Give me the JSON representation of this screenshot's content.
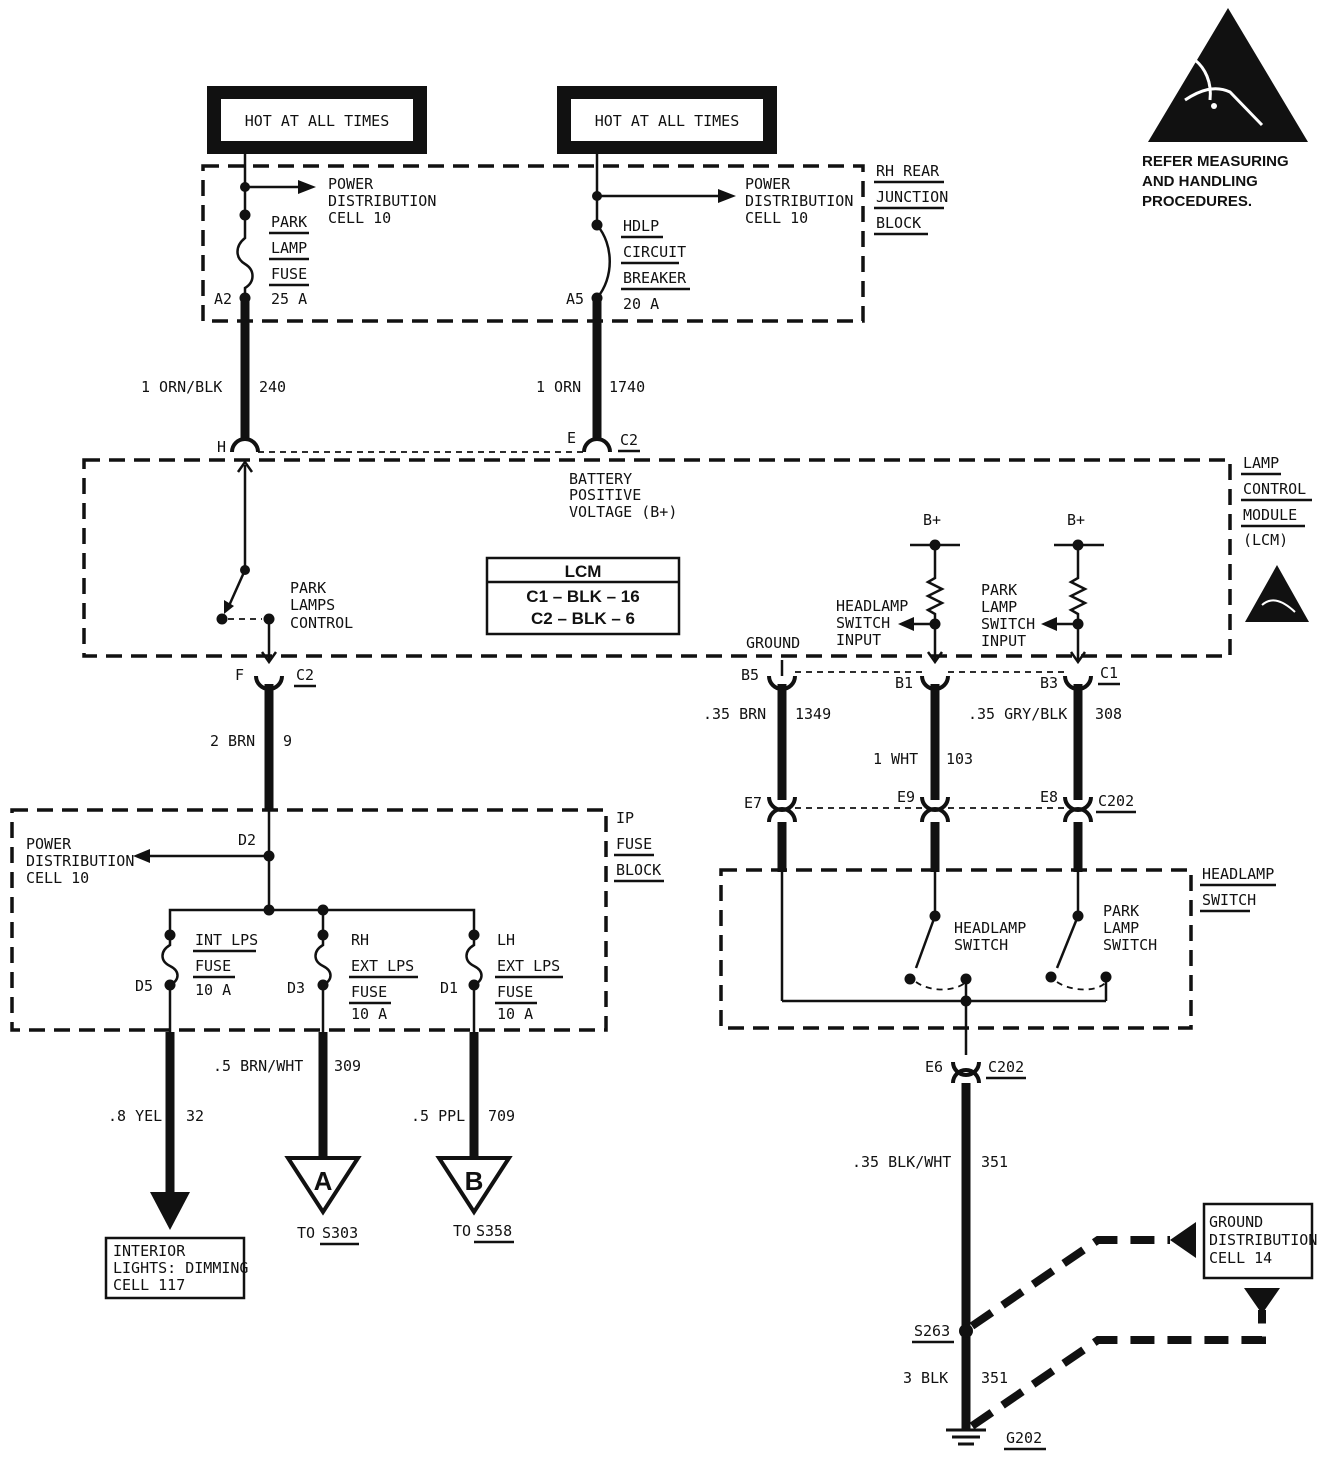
{
  "hot_label": "HOT AT ALL TIMES",
  "esd_note": [
    "REFER MEASURING",
    "AND HANDLING",
    "PROCEDURES."
  ],
  "rh_rear_block": [
    "RH REAR",
    "JUNCTION",
    "BLOCK"
  ],
  "power_dist": [
    "POWER",
    "DISTRIBUTION",
    "CELL 10"
  ],
  "park_fuse": {
    "lines": [
      "PARK",
      "LAMP",
      "FUSE"
    ],
    "rating": "25 A",
    "pin": "A2"
  },
  "hdlp_breaker": {
    "lines": [
      "HDLP",
      "CIRCUIT",
      "BREAKER"
    ],
    "rating": "20 A",
    "pin": "A5"
  },
  "wire_240": {
    "gauge": "1 ORN/BLK",
    "circuit": "240"
  },
  "wire_1740": {
    "gauge": "1 ORN",
    "circuit": "1740"
  },
  "conn_H": "H",
  "conn_E": "E",
  "conn_C2": "C2",
  "battery_label": [
    "BATTERY",
    "POSITIVE",
    "VOLTAGE (B+)"
  ],
  "lcm_module": [
    "LAMP",
    "CONTROL",
    "MODULE",
    "(LCM)"
  ],
  "lcm_table": {
    "title": "LCM",
    "rows": [
      "C1 – BLK – 16",
      "C2 – BLK – 6"
    ]
  },
  "park_lamps_control": [
    "PARK",
    "LAMPS",
    "CONTROL"
  ],
  "bplus": "B+",
  "headlamp_switch_input": [
    "HEADLAMP",
    "SWITCH",
    "INPUT"
  ],
  "park_lamp_switch_input": [
    "PARK",
    "LAMP",
    "SWITCH",
    "INPUT"
  ],
  "ground_label": "GROUND",
  "pins_c1": {
    "b5": "B5",
    "b1": "B1",
    "b3": "B3",
    "conn": "C1"
  },
  "conn_F": "F",
  "wire_9": {
    "gauge": "2 BRN",
    "circuit": "9"
  },
  "wire_1349": {
    "gauge": ".35 BRN",
    "circuit": "1349"
  },
  "wire_103": {
    "gauge": "1 WHT",
    "circuit": "103"
  },
  "wire_308": {
    "gauge": ".35 GRY/BLK",
    "circuit": "308"
  },
  "pins_c202": {
    "e7": "E7",
    "e9": "E9",
    "e8": "E8",
    "conn": "C202"
  },
  "ip_fuse_block": [
    "IP",
    "FUSE",
    "BLOCK"
  ],
  "pin_D2": "D2",
  "int_fuse": {
    "lines": [
      "INT LPS",
      "FUSE"
    ],
    "rating": "10 A",
    "pin": "D5"
  },
  "rh_fuse": {
    "lines": [
      "RH",
      "EXT LPS",
      "FUSE"
    ],
    "rating": "10 A",
    "pin": "D3"
  },
  "lh_fuse": {
    "lines": [
      "LH",
      "EXT LPS",
      "FUSE"
    ],
    "rating": "10 A",
    "pin": "D1"
  },
  "wire_309": {
    "gauge": ".5 BRN/WHT",
    "circuit": "309"
  },
  "wire_32": {
    "gauge": ".8 YEL",
    "circuit": "32"
  },
  "wire_709": {
    "gauge": ".5 PPL",
    "circuit": "709"
  },
  "marker_a": {
    "letter": "A",
    "to": "TO",
    "ref": "S303"
  },
  "marker_b": {
    "letter": "B",
    "to": "TO",
    "ref": "S358"
  },
  "interior_box": [
    "INTERIOR",
    "LIGHTS: DIMMING",
    "CELL 117"
  ],
  "headlamp_switch_assy": [
    "HEADLAMP",
    "SWITCH"
  ],
  "headlamp_switch": [
    "HEADLAMP",
    "SWITCH"
  ],
  "park_lamp_switch": [
    "PARK",
    "LAMP",
    "SWITCH"
  ],
  "pin_E6": "E6",
  "conn_c202b": "C202",
  "wire_351a": {
    "gauge": ".35 BLK/WHT",
    "circuit": "351"
  },
  "wire_351b": {
    "gauge": "3 BLK",
    "circuit": "351"
  },
  "ground_dist": [
    "GROUND",
    "DISTRIBUTION",
    "CELL 14"
  ],
  "splice": "S263",
  "ground_pt": "G202"
}
